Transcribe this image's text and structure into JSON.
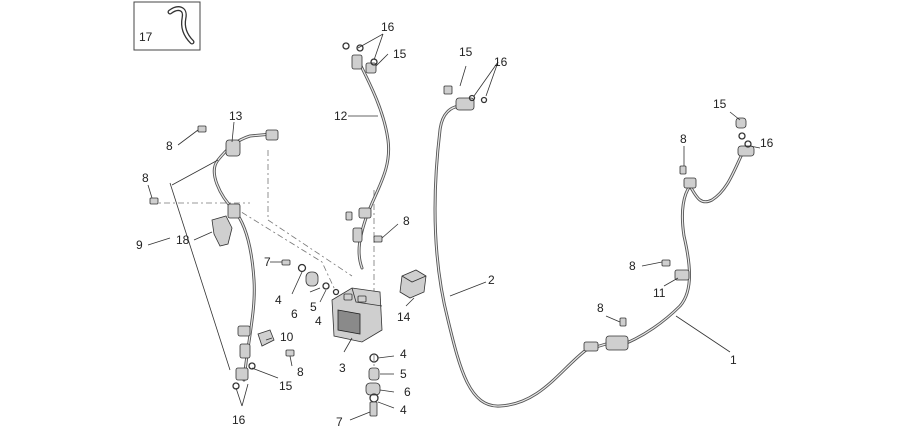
{
  "inset": {
    "label": "17"
  },
  "callouts": [
    {
      "id": "c17",
      "text": "17"
    },
    {
      "id": "c16a",
      "text": "16"
    },
    {
      "id": "c15a",
      "text": "15"
    },
    {
      "id": "c12",
      "text": "12"
    },
    {
      "id": "c13",
      "text": "13"
    },
    {
      "id": "c8a",
      "text": "8"
    },
    {
      "id": "c8b",
      "text": "8"
    },
    {
      "id": "c9",
      "text": "9"
    },
    {
      "id": "c18",
      "text": "18"
    },
    {
      "id": "c7a",
      "text": "7"
    },
    {
      "id": "c4a",
      "text": "4"
    },
    {
      "id": "c6a",
      "text": "6"
    },
    {
      "id": "c5a",
      "text": "5"
    },
    {
      "id": "c4b",
      "text": "4"
    },
    {
      "id": "c8c",
      "text": "8"
    },
    {
      "id": "c14",
      "text": "14"
    },
    {
      "id": "c3",
      "text": "3"
    },
    {
      "id": "c10",
      "text": "10"
    },
    {
      "id": "c8d",
      "text": "8"
    },
    {
      "id": "c15b",
      "text": "15"
    },
    {
      "id": "c16b",
      "text": "16"
    },
    {
      "id": "c4c",
      "text": "4"
    },
    {
      "id": "c5b",
      "text": "5"
    },
    {
      "id": "c6b",
      "text": "6"
    },
    {
      "id": "c4d",
      "text": "4"
    },
    {
      "id": "c7b",
      "text": "7"
    },
    {
      "id": "c15c",
      "text": "15"
    },
    {
      "id": "c16c",
      "text": "16"
    },
    {
      "id": "c2",
      "text": "2"
    },
    {
      "id": "c15d",
      "text": "15"
    },
    {
      "id": "c16d",
      "text": "16"
    },
    {
      "id": "c8e",
      "text": "8"
    },
    {
      "id": "c8f",
      "text": "8"
    },
    {
      "id": "c11",
      "text": "11"
    },
    {
      "id": "c8g",
      "text": "8"
    },
    {
      "id": "c1",
      "text": "1"
    }
  ]
}
